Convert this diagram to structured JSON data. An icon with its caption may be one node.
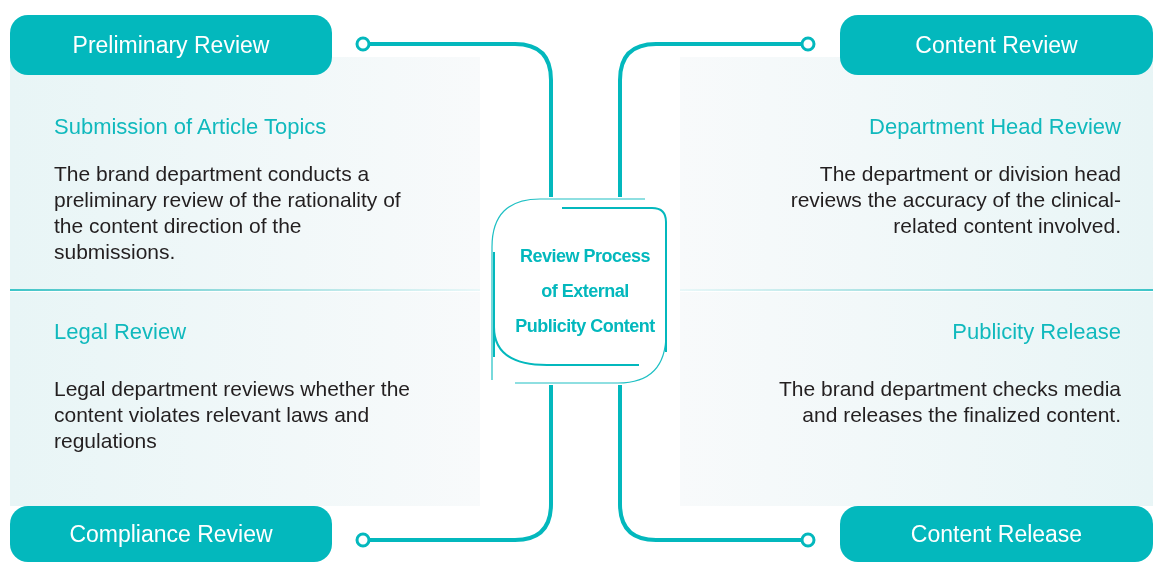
{
  "diagram": {
    "nodes": [
      {
        "text": [
          "Preliminary Review"
        ]
      },
      {
        "text": [
          "Content Review"
        ]
      },
      {
        "text": [
          "Submission of Article Topics",
          "The brand department conducts a preliminary review of the rationality of the content direction of the submissions."
        ]
      },
      {
        "text": [
          "Department Head Review",
          "The department or division head reviews the accuracy of the clinical-related content involved."
        ]
      },
      {
        "text": [
          "Review Process of External Publicity Content"
        ]
      },
      {
        "text": [
          "Legal Review",
          "Legal department reviews whether the content violates relevant laws and regulations"
        ]
      },
      {
        "text": [
          "Publicity Release",
          "The brand department checks media and releases the finalized content."
        ]
      },
      {
        "text": [
          "Compliance Review"
        ]
      },
      {
        "text": [
          "Content Release"
        ]
      }
    ],
    "edges": [
      {
        "from": 4,
        "to": 0,
        "arrow": "other"
      },
      {
        "from": 4,
        "to": 1,
        "arrow": "other"
      },
      {
        "from": 4,
        "to": 7,
        "arrow": "other"
      },
      {
        "from": 4,
        "to": 8,
        "arrow": "other"
      }
    ]
  }
}
